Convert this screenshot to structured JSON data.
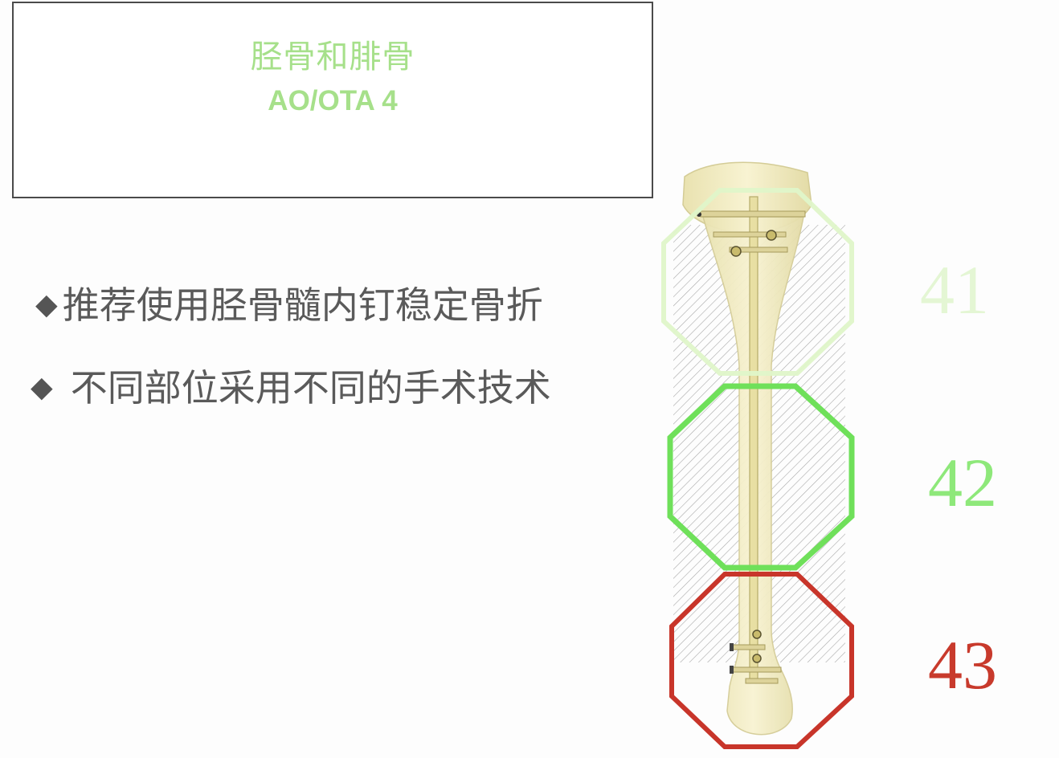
{
  "title": {
    "main": "胫骨和腓骨",
    "sub": "AO/OTA 4"
  },
  "bullets": [
    {
      "icon": "diamond-bullet-icon",
      "text": "推荐使用胫骨髓内钉稳定骨折"
    },
    {
      "icon": "diamond-bullet-icon",
      "text": "不同部位采用不同的手术技术"
    }
  ],
  "segments": [
    {
      "label": "41",
      "color": "#e4f6d4",
      "outline": "#d9f5c4"
    },
    {
      "label": "42",
      "color": "#8ee87a",
      "outline": "#6fe05a"
    },
    {
      "label": "43",
      "color": "#c83a2c",
      "outline": "#c8352a"
    }
  ],
  "figure": {
    "icon": "tibia-intramedullary-nail-illustration"
  }
}
